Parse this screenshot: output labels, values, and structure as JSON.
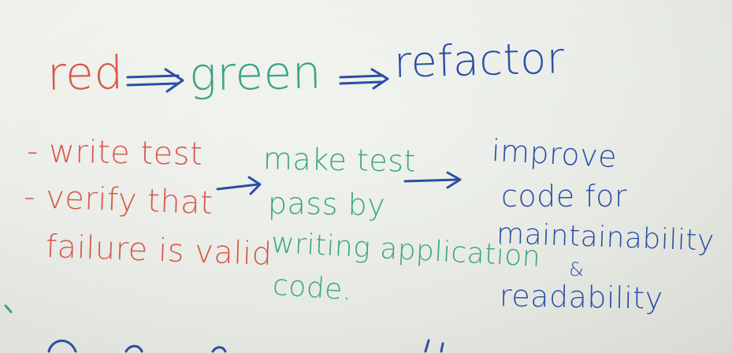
{
  "header": {
    "red": "red",
    "green": "green",
    "blue": "refactor"
  },
  "red_notes": [
    "- write test",
    "- verify that",
    "failure is valid"
  ],
  "green_notes": [
    "make test",
    "pass by",
    "writing application",
    "code."
  ],
  "blue_notes": [
    "improve",
    "code for",
    "maintainability",
    "&",
    "readability"
  ],
  "colors": {
    "red_ink": "#d8584e",
    "green_ink": "#3aa483",
    "blue_ink": "#2b4fa6",
    "board": "#eceee9"
  }
}
